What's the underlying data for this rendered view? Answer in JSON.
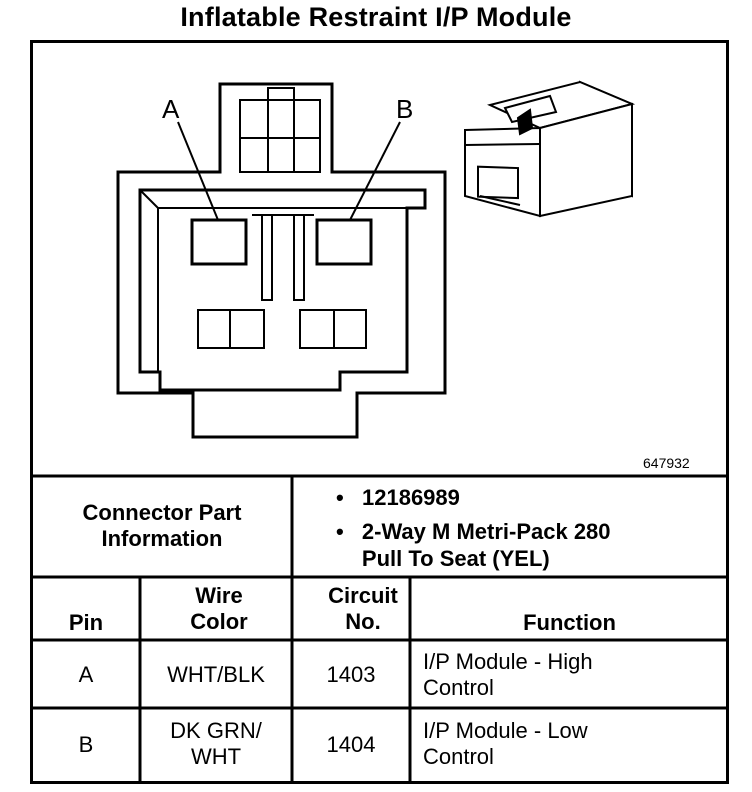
{
  "title": "Inflatable Restraint I/P Module",
  "diagram": {
    "pin_labels": [
      "A",
      "B"
    ],
    "figure_id": "647932"
  },
  "connector_info": {
    "label": "Connector Part Information",
    "bullet_symbol": "•",
    "items": [
      "12186989",
      "2-Way M Metri-Pack 280 Pull To Seat (YEL)"
    ]
  },
  "table": {
    "headers": [
      "Pin",
      "Wire Color",
      "Circuit No.",
      "Function"
    ],
    "rows": [
      {
        "pin": "A",
        "wire_color": "WHT/BLK",
        "circuit": "1403",
        "function": "I/P Module - High Control"
      },
      {
        "pin": "B",
        "wire_color": "DK GRN/ WHT",
        "circuit": "1404",
        "function": "I/P Module - Low Control"
      }
    ]
  }
}
